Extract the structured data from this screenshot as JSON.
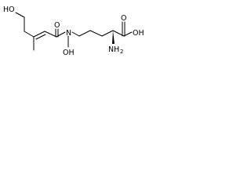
{
  "molecule": {
    "atoms": {
      "ho_hydroxyl": "HO",
      "carbonyl_o_amide": "O",
      "n_amide": "N",
      "n_hydroxy": "OH",
      "carbonyl_o_acid": "O",
      "acid_oh": "OH",
      "amine": "NH",
      "amine_sub": "2"
    }
  }
}
